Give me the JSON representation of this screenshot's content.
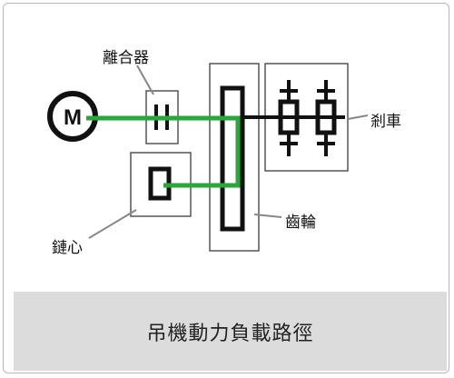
{
  "labels": {
    "clutch": "離合器",
    "brake": "剎車",
    "gear": "齒輪",
    "core": "鏈心",
    "motor_letter": "M"
  },
  "caption": "吊機動力負載路徑",
  "colors": {
    "power_path": "#2aa63a",
    "component_stroke": "#111111",
    "housing_stroke": "#555555",
    "caption_bg": "#dcdcdc"
  }
}
